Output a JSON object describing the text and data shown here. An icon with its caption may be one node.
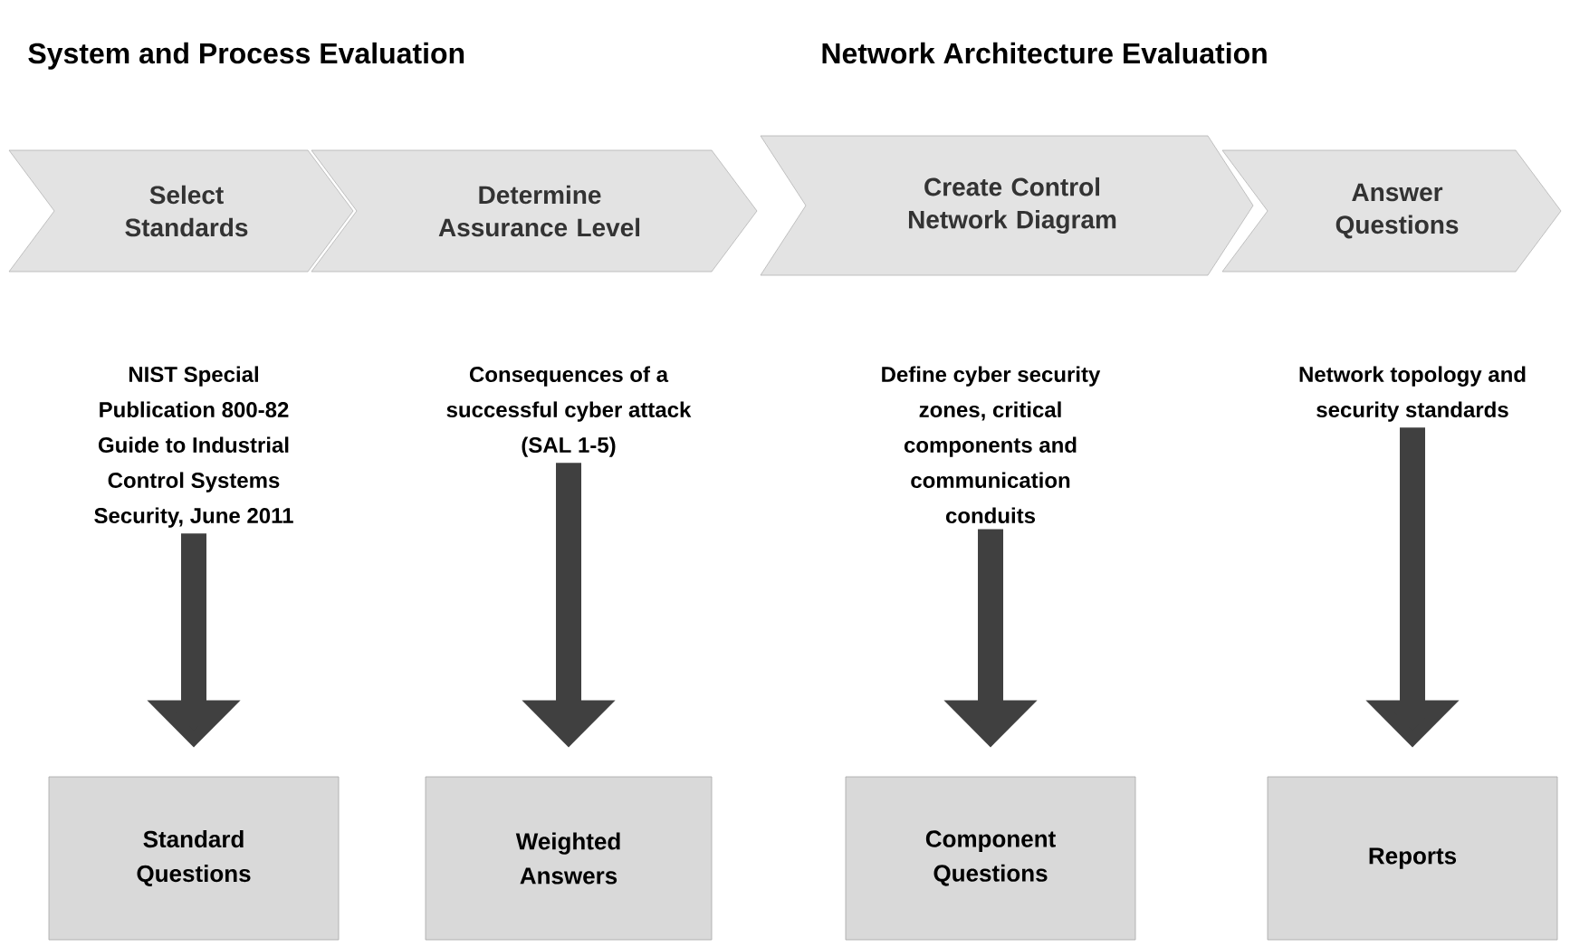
{
  "diagram": {
    "nodes": [
      {
        "text": [
          "Select Standards"
        ]
      },
      {
        "text": [
          "Determine Assurance Level"
        ]
      },
      {
        "text": [
          "Create  Control Network Diagram"
        ]
      },
      {
        "text": [
          "Answer Questions"
        ]
      },
      {
        "text": [
          "NIST Special Publication 800-82 Guide to Industrial Control Systems Security, June 2011"
        ]
      },
      {
        "text": [
          "Consequences of a successful cyber attack (SAL 1-5)"
        ]
      },
      {
        "text": [
          "Define cyber security zones, critical components and communication conduits"
        ]
      },
      {
        "text": [
          "Network topology and security standards"
        ]
      },
      {
        "text": [
          "Standard Questions"
        ]
      },
      {
        "text": [
          "Weighted Answers"
        ]
      },
      {
        "text": [
          "Component Questions"
        ]
      },
      {
        "text": [
          "Reports"
        ]
      }
    ],
    "edges": [
      {
        "from": 4,
        "to": 8,
        "arrow": "to"
      },
      {
        "from": 5,
        "to": 9,
        "arrow": "to"
      },
      {
        "from": 6,
        "to": 10,
        "arrow": "to"
      },
      {
        "from": 7,
        "to": 11,
        "arrow": "to"
      }
    ],
    "labels": [
      "System and Process Evaluation",
      "Network Architecture Evaluation"
    ]
  }
}
